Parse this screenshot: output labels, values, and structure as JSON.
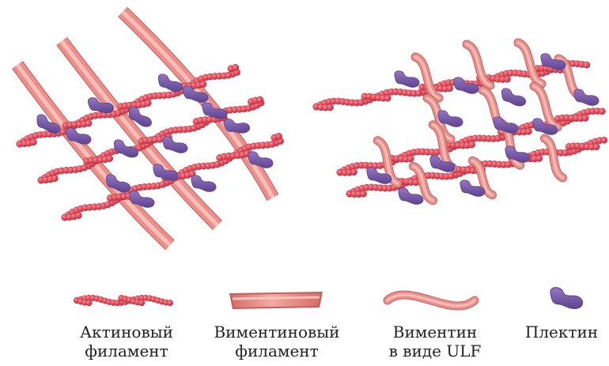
{
  "legend": [
    {
      "key": "actin",
      "line1": "Актиновый",
      "line2": "филамент"
    },
    {
      "key": "vimentin",
      "line1": "Виментиновый",
      "line2": "филамент"
    },
    {
      "key": "ulf",
      "line1": "Виментин",
      "line2": "в виде ULF"
    },
    {
      "key": "plectin",
      "line1": "Плектин",
      "line2": ""
    }
  ],
  "colors": {
    "actin_bead": "#e1505f",
    "actin_bead_dark": "#b83443",
    "vimentin_fill": "#eb8f8b",
    "vimentin_stroke": "#c25f5c",
    "vimentin_highlight": "#f8c2bd",
    "plectin_fill": "#7a5aa6",
    "plectin_stroke": "#5d4285"
  },
  "icons": {
    "actin": "actin-filament-icon",
    "vimentin": "vimentin-filament-icon",
    "ulf": "vimentin-ulf-icon",
    "plectin": "plectin-icon"
  }
}
